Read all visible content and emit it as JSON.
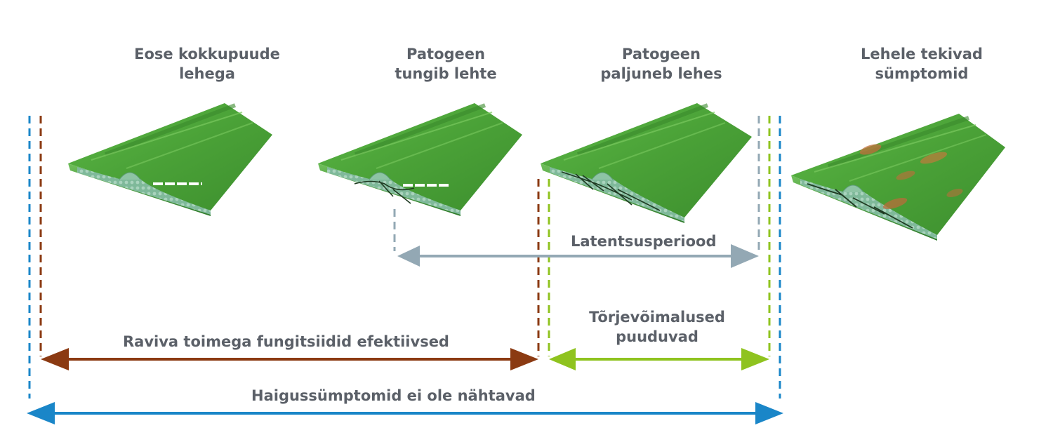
{
  "stages": [
    {
      "line1": "Eose kokkupuude",
      "line2": "lehega"
    },
    {
      "line1": "Patogeen",
      "line2": "tungib lehte"
    },
    {
      "line1": "Patogeen",
      "line2": "paljuneb lehes"
    },
    {
      "line1": "Lehele tekivad",
      "line2": "sümptomid"
    }
  ],
  "periods": {
    "latency": "Latentsusperiood",
    "no_control_line1": "Tõrjevõimalused",
    "no_control_line2": "puuduvad",
    "curative": "Raviva toimega fungitsiidid efektiivsed",
    "no_symptoms": "Haigussümptomid ei ole nähtavad"
  },
  "colors": {
    "blue": "#1a86c8",
    "brown": "#8b3a12",
    "green": "#8fc31f",
    "grey": "#93a8b4",
    "leaf": "#4ea43a",
    "leaf_dark": "#2f7a2a",
    "text": "#5b6068"
  }
}
